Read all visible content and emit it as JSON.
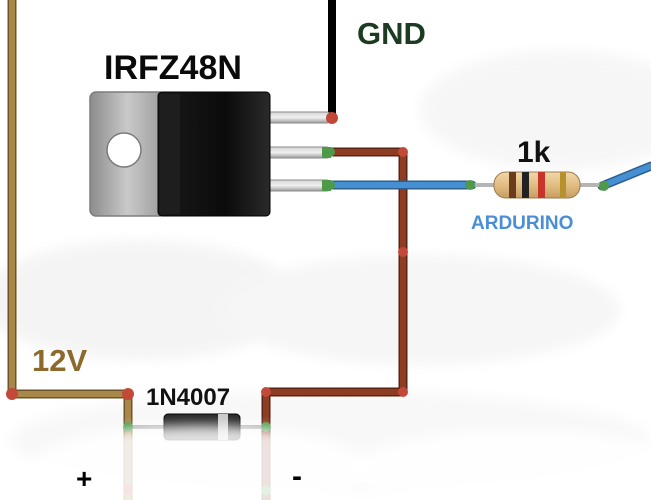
{
  "labels": {
    "gnd": "GND",
    "mosfet": "IRFZ48N",
    "resistor": "1k",
    "arduino": "ARDURINO",
    "supply": "12V",
    "diode": "1N4007",
    "plus": "+",
    "minus": "-"
  },
  "colors": {
    "supply_wire": "#9a7b3e",
    "gnd_wire": "#111111",
    "drain_wire": "#8b3a22",
    "gate_wire": "#3f86c8",
    "arduino_text": "#4a8fd6",
    "supply_text": "#8c6a2c",
    "gnd_text": "#1d3a22",
    "mosfet_body": "#111111",
    "mosfet_tab": "#a7a7a7"
  }
}
